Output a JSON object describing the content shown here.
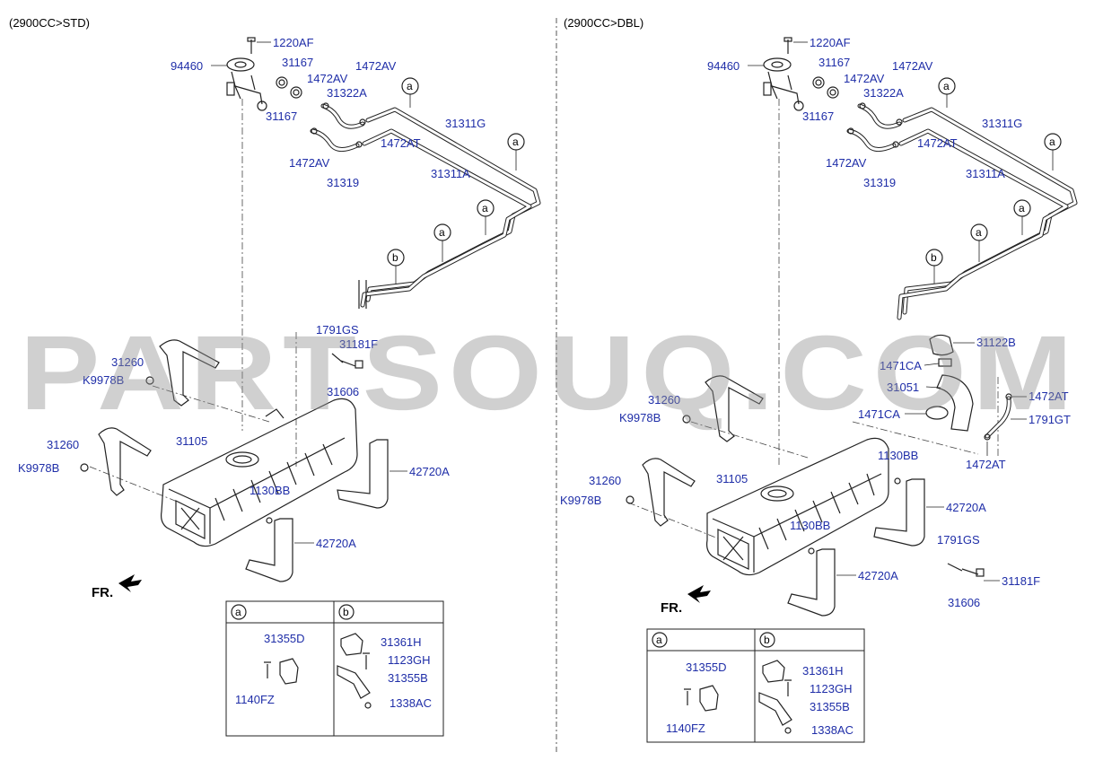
{
  "panels": {
    "left": {
      "header": "(2900CC>STD)",
      "labels": {
        "l1220AF": "1220AF",
        "l94460": "94460",
        "l31167a": "31167",
        "l31167b": "31167",
        "l1472AVa": "1472AV",
        "l1472AVb": "1472AV",
        "l1472AVc": "1472AV",
        "l31322A": "31322A",
        "l31311G": "31311G",
        "l1472AT": "1472AT",
        "l31311A": "31311A",
        "l31319": "31319",
        "l1791GS": "1791GS",
        "l31181F": "31181F",
        "l31606": "31606",
        "l31260a": "31260",
        "lK9978Ba": "K9978B",
        "l31260b": "31260",
        "lK9978Bb": "K9978B",
        "l31105": "31105",
        "l1130BB": "1130BB",
        "l42720Aa": "42720A",
        "l42720Ab": "42720A",
        "fr": "FR."
      },
      "detail": {
        "tab_a": "a",
        "tab_b": "b",
        "l31355D": "31355D",
        "l1140FZ": "1140FZ",
        "l31361H": "31361H",
        "l1123GH": "1123GH",
        "l31355B": "31355B",
        "l1338AC": "1338AC"
      }
    },
    "right": {
      "header": "(2900CC>DBL)",
      "labels": {
        "l1220AF": "1220AF",
        "l94460": "94460",
        "l31167a": "31167",
        "l31167b": "31167",
        "l1472AVa": "1472AV",
        "l1472AVb": "1472AV",
        "l1472AVc": "1472AV",
        "l31322A": "31322A",
        "l31311G": "31311G",
        "l1472AT": "1472AT",
        "l31311A": "31311A",
        "l31319": "31319",
        "l31122B": "31122B",
        "l1471CAa": "1471CA",
        "l31051": "31051",
        "l1472ATb": "1472AT",
        "l1471CAb": "1471CA",
        "l1791GT": "1791GT",
        "l1472ATc": "1472AT",
        "l1130BBa": "1130BB",
        "l31260a": "31260",
        "lK9978Ba": "K9978B",
        "l31105": "31105",
        "l42720Aa": "42720A",
        "l31260b": "31260",
        "lK9978Bb": "K9978B",
        "l1130BBb": "1130BB",
        "l1791GS": "1791GS",
        "l42720Ab": "42720A",
        "l31181F": "31181F",
        "l31606": "31606",
        "fr": "FR."
      },
      "detail": {
        "tab_a": "a",
        "tab_b": "b",
        "l31355D": "31355D",
        "l1140FZ": "1140FZ",
        "l31361H": "31361H",
        "l1123GH": "1123GH",
        "l31355B": "31355B",
        "l1338AC": "1338AC"
      }
    }
  },
  "callouts": {
    "a": "a",
    "b": "b"
  },
  "watermark": "PARTSOUQ.COM",
  "colors": {
    "label": "#1f2ea8",
    "line": "#222222",
    "watermark": "#8e8e8e"
  }
}
